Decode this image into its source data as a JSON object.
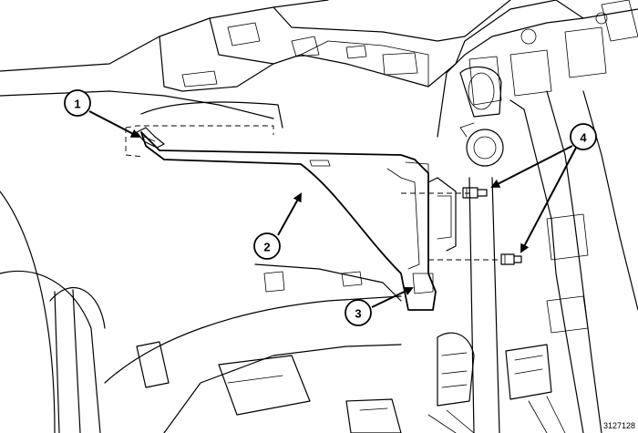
{
  "callouts": [
    {
      "label": "1"
    },
    {
      "label": "2"
    },
    {
      "label": "3"
    },
    {
      "label": "4"
    }
  ],
  "figure_code": "3127128"
}
